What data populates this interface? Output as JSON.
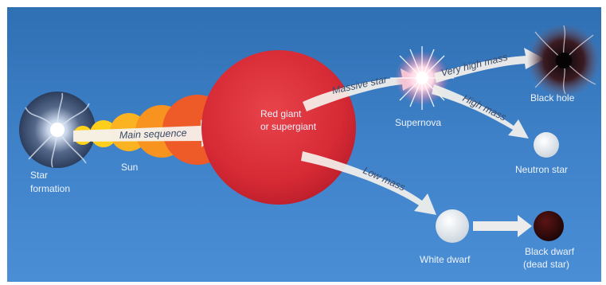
{
  "diagram": {
    "colors": {
      "background_top": "#2f6fb3",
      "background_bottom": "#4a8ed6",
      "red_giant": "#d62a35",
      "sun_yellow": "#ffd21e",
      "sun_orange": "#f7931e",
      "white_dwarf": "#e8ecef",
      "black_dwarf": "#2a0a0a",
      "arrow_fill": "#f4f1ec"
    },
    "labels": {
      "star_formation_line1": "Star",
      "star_formation_line2": "formation",
      "sun": "Sun",
      "main_sequence": "Main sequence",
      "red_giant_line1": "Red giant",
      "red_giant_line2": "or supergiant",
      "massive_star": "Massive star",
      "supernova": "Supernova",
      "very_high_mass": "Very high mass",
      "black_hole": "Black hole",
      "high_mass": "High mass",
      "neutron_star": "Neutron star",
      "low_mass": "Low mass",
      "white_dwarf": "White dwarf",
      "black_dwarf_line1": "Black dwarf",
      "black_dwarf_line2": "(dead star)"
    }
  }
}
